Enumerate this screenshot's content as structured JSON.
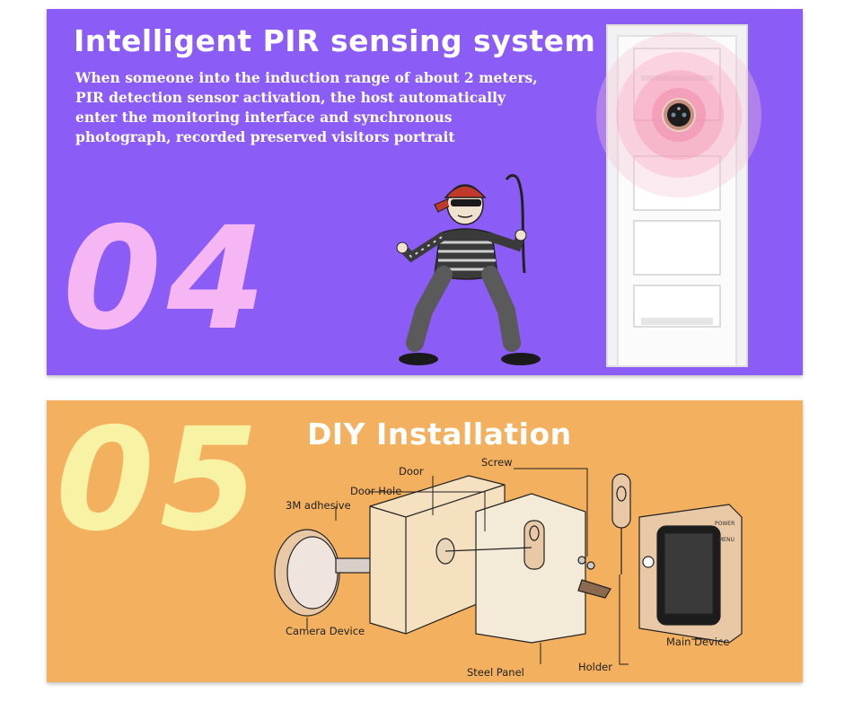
{
  "section_pir": {
    "number": "04",
    "title": "Intelligent PIR sensing system",
    "description": "When someone into the induction range of about 2 meters, PIR detection sensor activation, the host automatically enter the monitoring interface and synchronous photograph, recorded preserved visitors portrait"
  },
  "section_diy": {
    "number": "05",
    "title": "DIY Installation",
    "labels": {
      "door": "Door",
      "screw": "Screw",
      "door_hole": "Door Hole",
      "adhesive": "3M adhesive",
      "camera_device": "Camera Device",
      "main_device": "Main Device",
      "steel_panel": "Steel Panel",
      "holder": "Holder"
    },
    "device_buttons": {
      "power": "POWER",
      "menu": "MENU"
    }
  },
  "colors": {
    "pir_bg": "#8b5cf6",
    "diy_bg": "#f3b05e",
    "num_04": "#f6b6f4",
    "num_05": "#f7f2a4"
  }
}
